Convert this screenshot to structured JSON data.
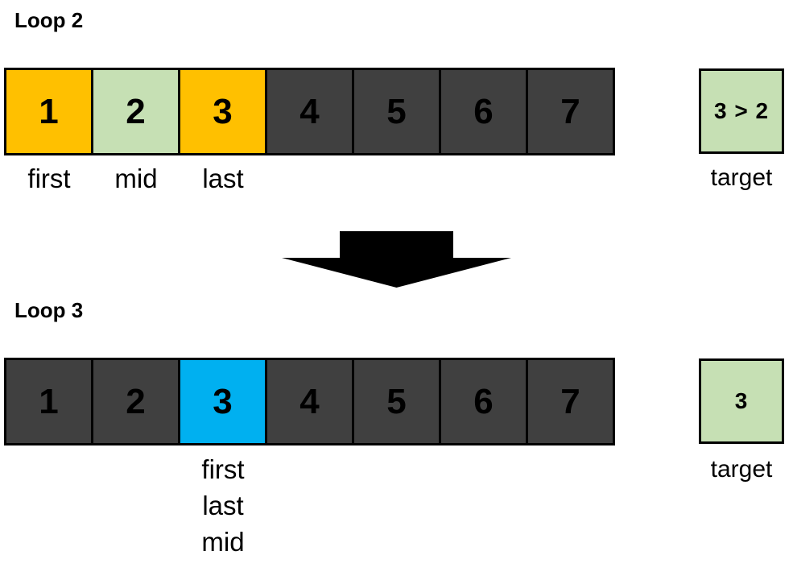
{
  "colors": {
    "orange": "#FFC000",
    "green": "#C6E0B4",
    "dark": "#404040",
    "blue": "#00B0F0",
    "black": "#000000"
  },
  "loop2": {
    "title": "Loop 2",
    "cells": [
      {
        "value": "1",
        "color": "orange"
      },
      {
        "value": "2",
        "color": "green"
      },
      {
        "value": "3",
        "color": "orange"
      },
      {
        "value": "4",
        "color": "dark"
      },
      {
        "value": "5",
        "color": "dark"
      },
      {
        "value": "6",
        "color": "dark"
      },
      {
        "value": "7",
        "color": "dark"
      }
    ],
    "pointer_labels": [
      "first",
      "mid",
      "last"
    ],
    "target": {
      "value": "3 > 2",
      "label": "target"
    }
  },
  "arrow": {
    "name": "down-arrow",
    "color": "#000000"
  },
  "loop3": {
    "title": "Loop 3",
    "cells": [
      {
        "value": "1",
        "color": "dark"
      },
      {
        "value": "2",
        "color": "dark"
      },
      {
        "value": "3",
        "color": "blue"
      },
      {
        "value": "4",
        "color": "dark"
      },
      {
        "value": "5",
        "color": "dark"
      },
      {
        "value": "6",
        "color": "dark"
      },
      {
        "value": "7",
        "color": "dark"
      }
    ],
    "pointer_labels": [
      "first",
      "last",
      "mid"
    ],
    "target": {
      "value": "3",
      "label": "target"
    }
  }
}
